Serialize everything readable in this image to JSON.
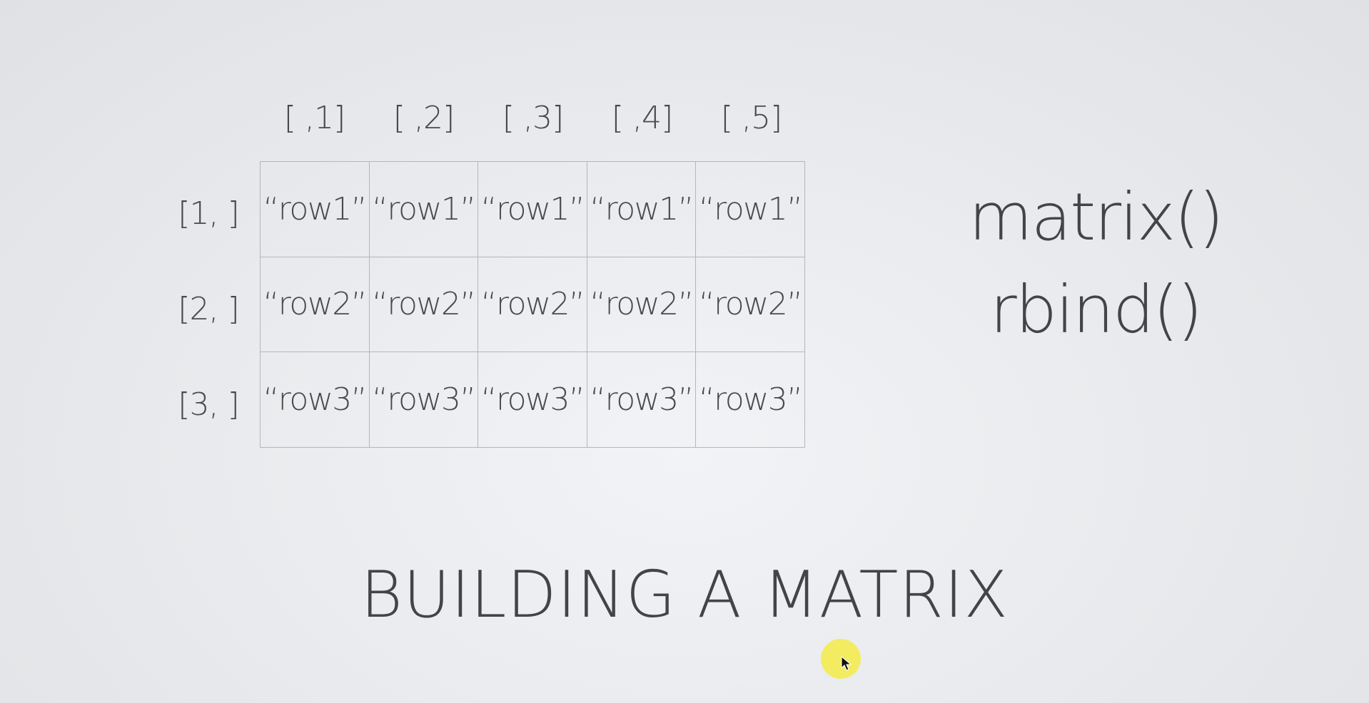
{
  "matrix": {
    "column_headers": [
      "[ ,1]",
      "[ ,2]",
      "[ ,3]",
      "[ ,4]",
      "[ ,5]"
    ],
    "row_headers": [
      "[1, ]",
      "[2, ]",
      "[3, ]"
    ],
    "rows": [
      [
        "“row1”",
        "“row1”",
        "“row1”",
        "“row1”",
        "“row1”"
      ],
      [
        "“row2”",
        "“row2”",
        "“row2”",
        "“row2”",
        "“row2”"
      ],
      [
        "“row3”",
        "“row3”",
        "“row3”",
        "“row3”",
        "“row3”"
      ]
    ]
  },
  "functions": {
    "first": "matrix()",
    "second": "rbind()"
  },
  "title": "BUILDING A MATRIX",
  "cursor": {
    "highlight_color": "#f5eb46",
    "icon": "cursor-arrow-icon"
  }
}
